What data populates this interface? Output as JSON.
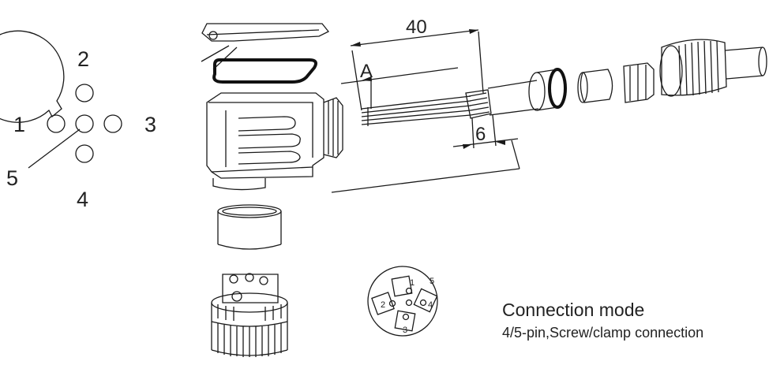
{
  "pin_diagram": {
    "pin_labels": [
      "2",
      "1",
      "3",
      "5",
      "4"
    ]
  },
  "dimensions": {
    "total_strip": "40",
    "conductor": "A",
    "shield": "6"
  },
  "insert_pins": [
    "1",
    "5",
    "2",
    "4",
    "3"
  ],
  "caption": {
    "title": "Connection mode",
    "subtitle": "4/5-pin,Screw/clamp connection"
  }
}
